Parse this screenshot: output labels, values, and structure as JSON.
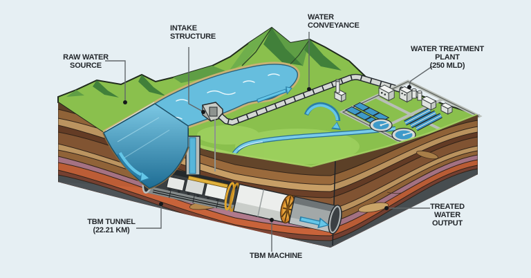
{
  "diagram": {
    "subject": "Water tunnel system cutaway infographic",
    "background_color": "#e6eff3",
    "flow_color": "#64c6e8",
    "grass_color": "#8ac04d",
    "water_color": "#66bede",
    "strata_accent_color": "#c8633a",
    "label_text_color": "#23272b"
  },
  "labels": {
    "raw_water_source": {
      "text": "RAW WATER\nSOURCE"
    },
    "intake_structure": {
      "text": "INTAKE\nSTRUCTURE"
    },
    "water_conveyance": {
      "text": "WATER\nCONVEYANCE"
    },
    "water_treatment_plant": {
      "text": "WATER TREATMENT PLANT\n(250 MLD)"
    },
    "tbm_tunnel": {
      "text": "TBM TUNNEL\n(22.21 KM)"
    },
    "tbm_machine": {
      "text": "TBM MACHINE"
    },
    "treated_water_output": {
      "text": "TREATED\nWATER\nOUTPUT"
    }
  }
}
